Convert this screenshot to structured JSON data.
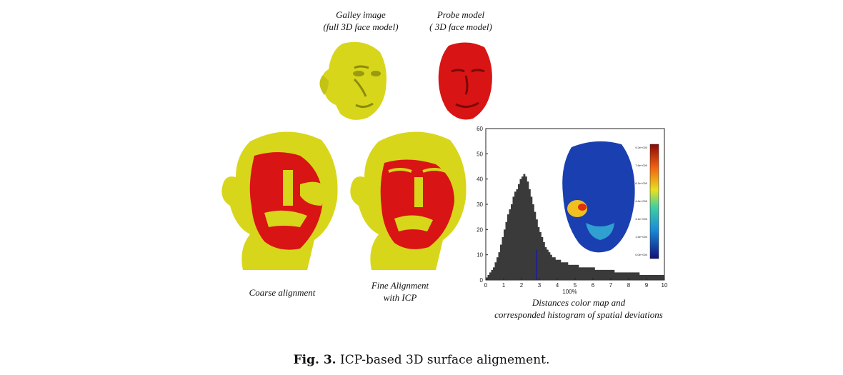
{
  "figure": {
    "gallery_label_1": "Galley image",
    "gallery_label_2": "(full 3D face model)",
    "probe_label_1": "Probe model",
    "probe_label_2": "( 3D face model)",
    "coarse_label": "Coarse alignment",
    "fine_label_1": "Fine Alignment",
    "fine_label_2": "with ICP",
    "hist_caption_1": "Distances color map and",
    "hist_caption_2": "corresponded histogram of spatial deviations",
    "hist_xunit": "100%",
    "caption_prefix": "Fig. 3.",
    "caption_text": " ICP-based 3D surface alignement."
  },
  "colors": {
    "gallery_yellow": "#d8d61a",
    "probe_red": "#d81414",
    "hist_bar": "#3a3a3a",
    "face_blue": "#1a3fb0"
  },
  "chart_data": {
    "type": "bar",
    "title": "",
    "xlabel": "100%",
    "ylabel": "",
    "xlim": [
      0,
      10
    ],
    "ylim": [
      0,
      60
    ],
    "xticks": [
      "0",
      "1",
      "2",
      "3",
      "4",
      "5",
      "6",
      "7",
      "8",
      "9",
      "10"
    ],
    "yticks": [
      "0",
      "10",
      "20",
      "30",
      "40",
      "50",
      "60"
    ],
    "marker_x": 2.85,
    "values": [
      1,
      2,
      3,
      4,
      5,
      7,
      9,
      11,
      14,
      17,
      20,
      23,
      26,
      28,
      30,
      33,
      35,
      36,
      38,
      40,
      41,
      42,
      41,
      39,
      36,
      33,
      30,
      27,
      24,
      21,
      19,
      17,
      15,
      13,
      12,
      11,
      10,
      9,
      9,
      8,
      8,
      8,
      7,
      7,
      7,
      7,
      6,
      6,
      6,
      6,
      6,
      6,
      5,
      5,
      5,
      5,
      5,
      5,
      5,
      5,
      5,
      4,
      4,
      4,
      4,
      4,
      4,
      4,
      4,
      4,
      4,
      4,
      3,
      3,
      3,
      3,
      3,
      3,
      3,
      3,
      3,
      3,
      3,
      3,
      3,
      3,
      2,
      2,
      2,
      2,
      2,
      2,
      2,
      2,
      2,
      2,
      2,
      2,
      2,
      2
    ],
    "colorbar_labels": [
      "9.2e+000",
      "7.6e+000",
      "6.1e+000",
      "4.6e+000",
      "3.1e+000",
      "1.5e+000",
      "0.0e+000"
    ]
  }
}
